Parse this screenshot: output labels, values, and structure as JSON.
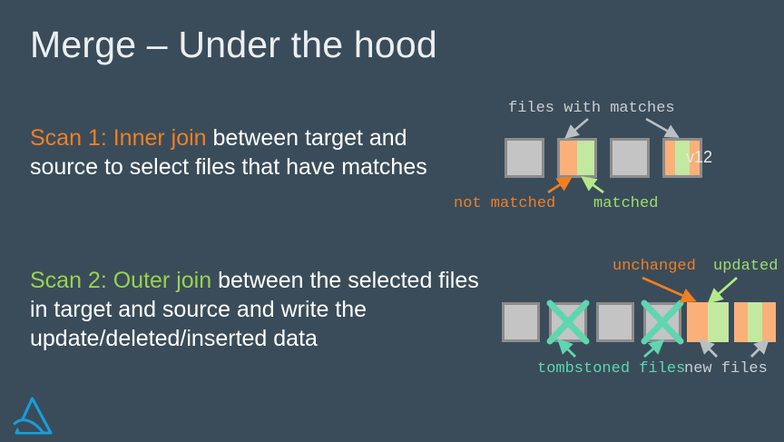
{
  "slide": {
    "title": "Merge – Under the hood",
    "background_color": "#3a4c5a"
  },
  "colors": {
    "orange": "#f07f23",
    "green": "#9bd14f",
    "light_green": "#c3e8a0",
    "light_orange": "#fbb079",
    "gray_box": "#c4c4c4",
    "gray_border": "#8c8c8c",
    "teal": "#5ed6b0",
    "text_white": "#ffffff",
    "title_gray": "#eceff1",
    "logo_blue": "#1a9dd9"
  },
  "scan1": {
    "highlight": "Scan 1: Inner join",
    "rest": " between target and source to select files that have matches"
  },
  "scan2": {
    "highlight": "Scan 2: Outer join",
    "rest": " between the selected files in target and source and write the update/deleted/inserted data"
  },
  "diagram_top": {
    "caption": "files with matches",
    "version_label": "v12",
    "label_not_matched": "not matched",
    "label_matched": "matched",
    "boxes": [
      {
        "name": "file-box-1",
        "segments": [
          {
            "color": "#c4c4c4",
            "width": 100
          }
        ]
      },
      {
        "name": "file-box-2",
        "segments": [
          {
            "color": "#fbb079",
            "width": 50
          },
          {
            "color": "#c3e8a0",
            "width": 50
          }
        ]
      },
      {
        "name": "file-box-3",
        "segments": [
          {
            "color": "#c4c4c4",
            "width": 100
          }
        ]
      },
      {
        "name": "file-box-4",
        "segments": [
          {
            "color": "#fbb079",
            "width": 30
          },
          {
            "color": "#c3e8a0",
            "width": 40
          },
          {
            "color": "#fbb079",
            "width": 30
          }
        ]
      }
    ]
  },
  "diagram_bottom": {
    "label_unchanged": "unchanged",
    "label_updated": "updated",
    "label_tombstoned": "tombstoned files",
    "label_new_files": "new files",
    "boxes": [
      {
        "name": "file-box-1",
        "tombstoned": false,
        "segments": [
          {
            "color": "#c4c4c4",
            "width": 100
          }
        ]
      },
      {
        "name": "file-box-2",
        "tombstoned": true,
        "segments": [
          {
            "color": "#c4c4c4",
            "width": 100
          }
        ]
      },
      {
        "name": "file-box-3",
        "tombstoned": false,
        "segments": [
          {
            "color": "#c4c4c4",
            "width": 100
          }
        ]
      },
      {
        "name": "file-box-4",
        "tombstoned": true,
        "segments": [
          {
            "color": "#c4c4c4",
            "width": 100
          }
        ]
      },
      {
        "name": "file-box-5",
        "tombstoned": false,
        "segments": [
          {
            "color": "#fbb079",
            "width": 50
          },
          {
            "color": "#c3e8a0",
            "width": 50
          }
        ]
      },
      {
        "name": "file-box-6",
        "tombstoned": false,
        "segments": [
          {
            "color": "#fbb079",
            "width": 32
          },
          {
            "color": "#c3e8a0",
            "width": 36
          },
          {
            "color": "#fbb079",
            "width": 32
          }
        ]
      }
    ]
  },
  "logo": {
    "name": "delta-lake-logo"
  }
}
